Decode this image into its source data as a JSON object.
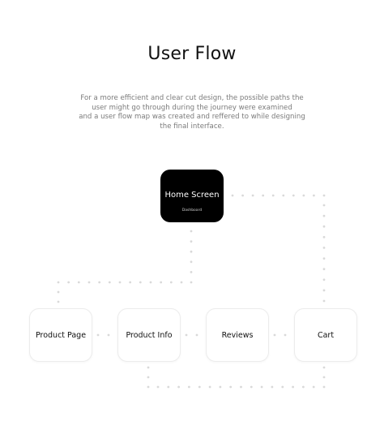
{
  "title": "User Flow",
  "description": [
    "For a more efficient and clear cut design, the possible paths the",
    "user might go through during the journey were examined",
    "and a user flow map was created and reffered to while designing",
    "the final interface."
  ],
  "home": {
    "label": "Home Screen",
    "sublabel": "Dashboard"
  },
  "nodes": [
    {
      "label": "Product Page"
    },
    {
      "label": "Product Info"
    },
    {
      "label": "Reviews"
    },
    {
      "label": "Cart"
    }
  ],
  "colors": {
    "home_fill": "#000000",
    "node_border": "#ececec",
    "dot": "#d9d9d9",
    "description_text": "#7b7b7b"
  }
}
